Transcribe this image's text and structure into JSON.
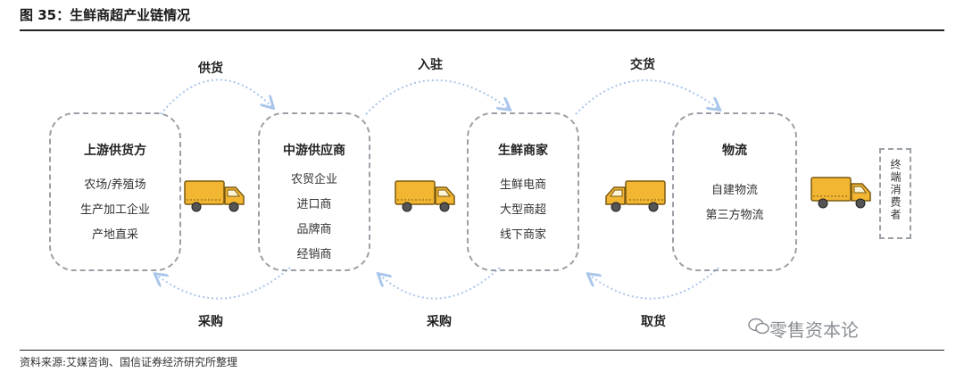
{
  "figure": {
    "title": "图 35：生鲜商超产业链情况",
    "source": "资料来源:艾媒咨询、国信证券经济研究所整理"
  },
  "nodes": [
    {
      "title": "上游供货方",
      "items": [
        "农场/养殖场",
        "生产加工企业",
        "产地直采"
      ]
    },
    {
      "title": "中游供应商",
      "items": [
        "农贸企业",
        "进口商",
        "品牌商",
        "经销商"
      ]
    },
    {
      "title": "生鲜商家",
      "items": [
        "生鲜电商",
        "大型商超",
        "线下商家"
      ]
    },
    {
      "title": "物流",
      "items": [
        "自建物流",
        "第三方物流"
      ]
    },
    {
      "title": "终端消费者"
    }
  ],
  "top_arrows": [
    "供货",
    "入驻",
    "交货"
  ],
  "bottom_arrows": [
    "采购",
    "采购",
    "取货"
  ],
  "watermark": "零售资本论",
  "colors": {
    "arrow": "#a9c6ea",
    "box_border": "#9aa0a6",
    "truck_cargo": "#f2b632",
    "truck_cab": "#f2b632"
  }
}
